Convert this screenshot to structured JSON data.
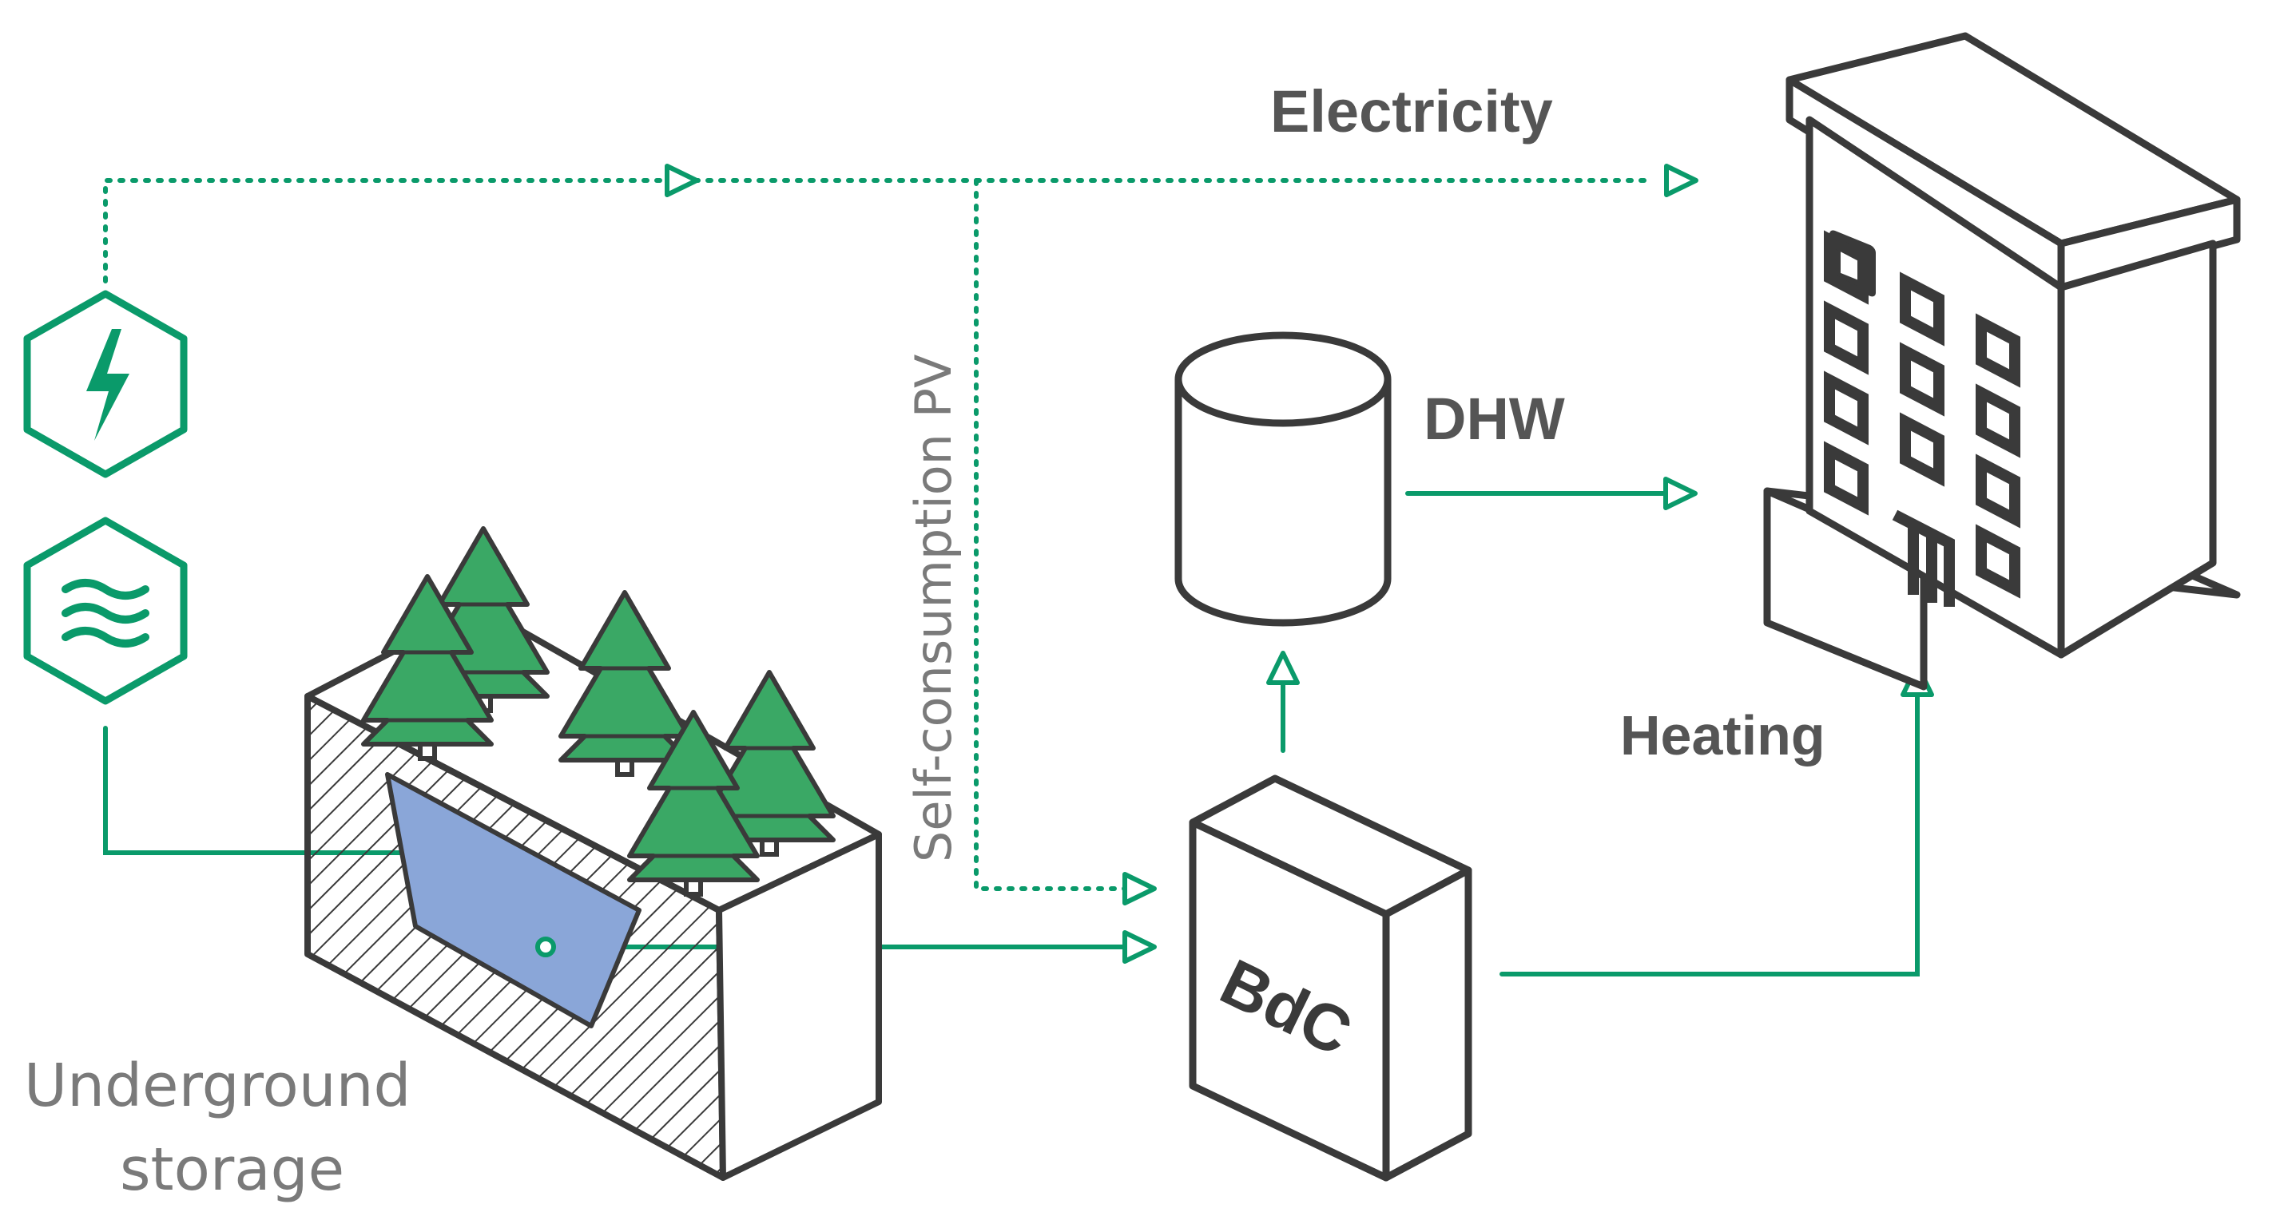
{
  "labels": {
    "electricity": "Electricity",
    "dhw": "DHW",
    "heating": "Heating",
    "self_consumption": "Self-consumption PV",
    "bdc": "BdC",
    "underground_line1": "Underground",
    "underground_line2": "storage"
  },
  "colors": {
    "flow_green": "#0a9a6a",
    "outline_dark": "#3a3a3a",
    "tree_green": "#3aa865",
    "water_blue": "#8aa6d8"
  },
  "icons": [
    "electricity-hex-icon",
    "water-hex-icon",
    "tree-icon",
    "building-icon",
    "tank-icon",
    "heat-pump-icon"
  ]
}
